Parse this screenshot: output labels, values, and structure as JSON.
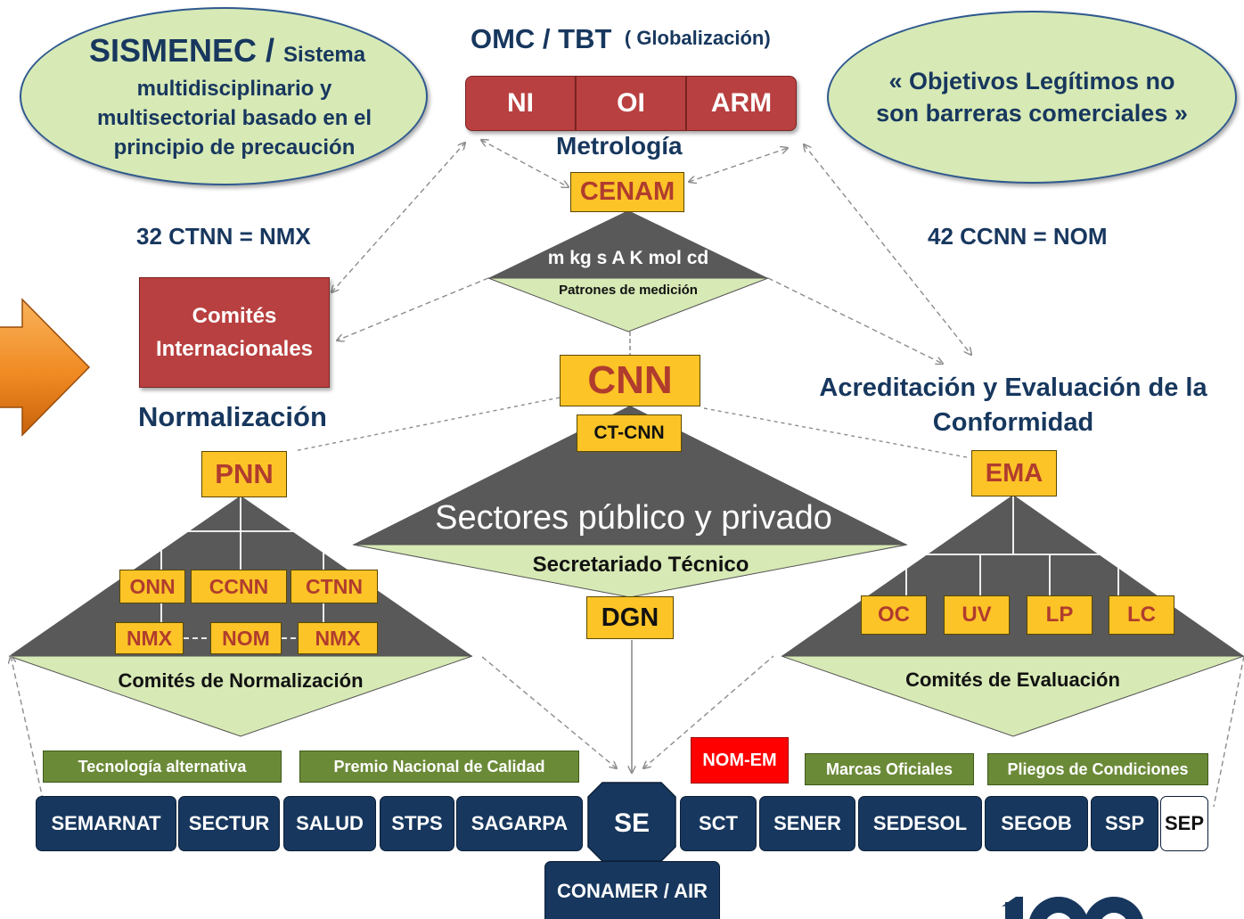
{
  "top": {
    "title": "OMC / TBT",
    "subtitle": "( Globalización)",
    "boxes": [
      "NI",
      "OI",
      "ARM"
    ],
    "metrologia": "Metrología"
  },
  "ellipse_left": {
    "big": "SISMENEC / ",
    "small": "Sistema",
    "lines": [
      "multidisciplinario y",
      "multisectorial basado en el",
      "principio de precaución"
    ]
  },
  "ellipse_right": {
    "lines": [
      "« Objetivos Legítimos no",
      "son barreras comerciales »"
    ]
  },
  "labels": {
    "ctnn_nmx": "32 CTNN = NMX",
    "ccnn_nom": "42 CCNN = NOM",
    "normalizacion": "Normalización",
    "acreditacion": [
      "Acreditación y Evaluación de la",
      "Conformidad"
    ]
  },
  "comites_internacionales": [
    "Comités",
    "Internacionales"
  ],
  "cenam": {
    "label": "CENAM",
    "units": "m  kg  s  A  K  mol  cd",
    "patrones": "Patrones de medición"
  },
  "cnn": {
    "label": "CNN",
    "ct": "CT-CNN",
    "sectores": "Sectores público y privado",
    "secretariado": "Secretariado  Técnico",
    "dgn": "DGN"
  },
  "pnn": {
    "label": "PNN",
    "committees": [
      "ONN",
      "CCNN",
      "CTNN"
    ],
    "outputs": [
      "NMX",
      "NOM",
      "NMX"
    ],
    "base": "Comités de Normalización"
  },
  "ema": {
    "label": "EMA",
    "units": [
      "OC",
      "UV",
      "LP",
      "LC"
    ],
    "base": "Comités de Evaluación"
  },
  "programs": {
    "tecnologia": "Tecnología alternativa",
    "premio": "Premio Nacional de Calidad",
    "nom_em": "NOM-EM",
    "marcas": "Marcas Oficiales",
    "pliegos": "Pliegos de Condiciones"
  },
  "agencies": {
    "left": [
      "SEMARNAT",
      "SECTUR",
      "SALUD",
      "STPS",
      "SAGARPA"
    ],
    "center": "SE",
    "right": [
      "SCT",
      "SENER",
      "SEDESOL",
      "SEGOB",
      "SSP"
    ],
    "last": "SEP",
    "bottom": "CONAMER / AIR"
  },
  "colors": {
    "navy": "#17375e",
    "red": "#b94040",
    "yellow": "#fcc427",
    "green": "#6b8a38",
    "ellipse_fill": "#d7e9b5",
    "triangle_dark": "#595959",
    "triangle_light": "#d7e9b5",
    "nom_em": "#ff0000",
    "arrow_orange": "#f08a22"
  },
  "icons": [
    "arrow-right-icon",
    "logo-100-icon"
  ]
}
